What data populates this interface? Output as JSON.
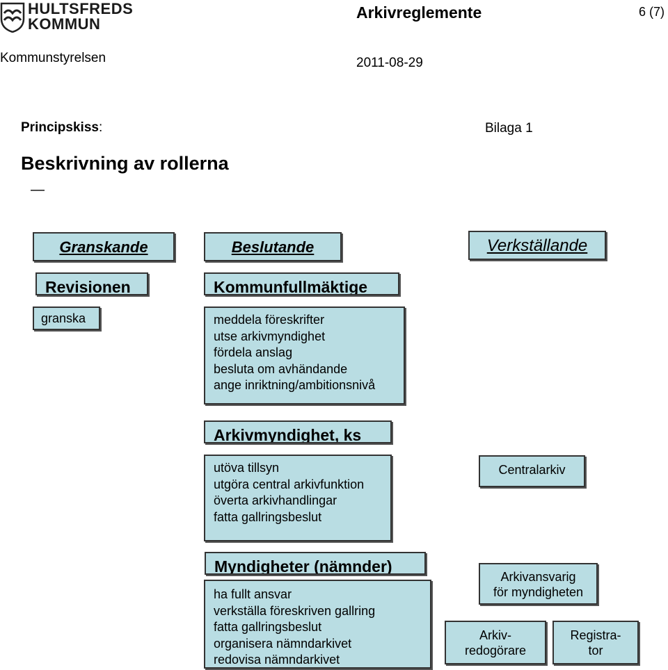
{
  "header": {
    "logo_line1": "HULTSFREDS",
    "logo_line2": "KOMMUN",
    "title": "Arkivreglemente",
    "page": "6 (7)",
    "department": "Kommunstyrelsen",
    "date": "2011-08-29"
  },
  "intro": {
    "sketch_label": "Principskiss",
    "sketch_colon": ":",
    "appendix": "Bilaga 1",
    "heading": "Beskrivning av rollerna",
    "dash": "—"
  },
  "columns": {
    "granskande": "Granskande",
    "beslutande": "Beslutande",
    "verkstallande": "Verkställande"
  },
  "boxes": {
    "revisionen": "Revisionen",
    "granska": "granska",
    "kommunfullmaktige": "Kommunfullmäktige",
    "kf_tasks": [
      "meddela föreskrifter",
      "utse arkivmyndighet",
      "fördela anslag",
      "besluta om avhändande",
      "ange inriktning/ambitionsnivå"
    ],
    "arkivmyndighet": "Arkivmyndighet, ks",
    "am_tasks": [
      "utöva tillsyn",
      "utgöra central arkivfunktion",
      "överta arkivhandlingar",
      "fatta gallringsbeslut"
    ],
    "centralarkiv": "Centralarkiv",
    "myndigheter": "Myndigheter (nämnder)",
    "my_tasks": [
      "ha fullt ansvar",
      "verkställa föreskriven gallring",
      "fatta gallringsbeslut",
      "organisera nämndarkivet",
      "redovisa nämndarkivet"
    ],
    "arkivansvarig_1": "Arkivansvarig",
    "arkivansvarig_2": "för myndigheten",
    "arkivredogorare_1": "Arkiv-",
    "arkivredogorare_2": "redogörare",
    "registrator_1": "Registra-",
    "registrator_2": "tor"
  }
}
